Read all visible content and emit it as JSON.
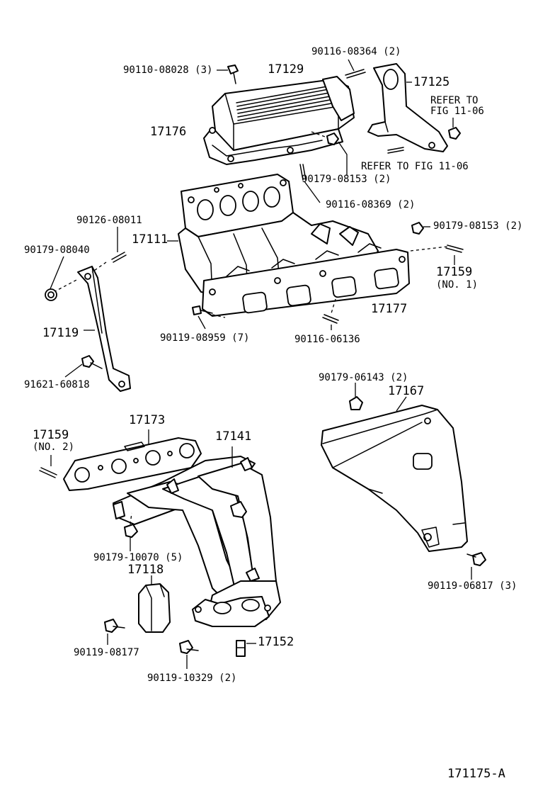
{
  "labels": {
    "p17129": "17129",
    "p90110_08028": "90110-08028 (3)",
    "p90116_08364": "90116-08364 (2)",
    "p17125": "17125",
    "refer1_line1": "REFER TO",
    "refer1_line2": "FIG 11-06",
    "p17176": "17176",
    "refer2": "REFER TO FIG 11-06",
    "p90179_08153_a": "90179-08153 (2)",
    "p90116_08369": "90116-08369 (2)",
    "p90126_08011": "90126-08011",
    "p17111": "17111",
    "p90179_08153_b": "90179-08153 (2)",
    "p90179_08040": "90179-08040",
    "p17159_1": "17159",
    "p17159_1_note": "(NO. 1)",
    "p17177": "17177",
    "p17119": "17119",
    "p90119_08959": "90119-08959 (7)",
    "p90116_06136": "90116-06136",
    "p91621_60818": "91621-60818",
    "p90179_06143": "90179-06143 (2)",
    "p17167": "17167",
    "p17173": "17173",
    "p17159_2": "17159",
    "p17159_2_note": "(NO. 2)",
    "p17141": "17141",
    "p90179_10070": "90179-10070 (5)",
    "p17118": "17118",
    "p90119_06817": "90119-06817 (3)",
    "p17152": "17152",
    "p90119_08177": "90119-08177",
    "p90119_10329": "90119-10329 (2)",
    "figure_id": "171175-A"
  }
}
